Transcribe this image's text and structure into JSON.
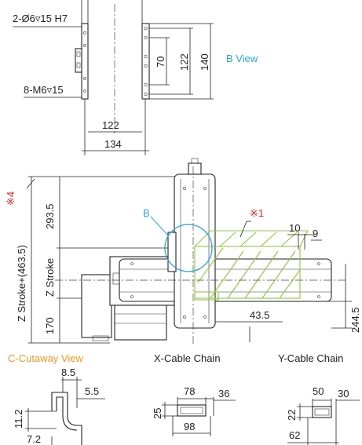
{
  "top_view": {
    "callout_hole_h7": "2-Ø6▿15 H7",
    "callout_m6": "8-M6▿15",
    "dim_122_horizontal": "122",
    "dim_134_horizontal": "134",
    "dim_70": "70",
    "dim_122_vertical": "122",
    "dim_140": "140",
    "b_view_label": "B View"
  },
  "main_view": {
    "note_4": "※4",
    "z_stroke_total": "Z Stroke+(463.5)",
    "dim_293_5": "293.5",
    "z_stroke": "Z Stroke",
    "dim_170": "170",
    "b_marker": "B",
    "note_1": "※1",
    "dim_10": "10",
    "dim_9": "9",
    "dim_43_5": "43.5",
    "dim_244_5": "244.5"
  },
  "sections": {
    "c_cutaway_title": "C-Cutaway View",
    "c_dim_8_5": "8.5",
    "c_dim_5_5": "5.5",
    "c_dim_11_2": "11.2",
    "c_dim_7_2": "7.2",
    "x_chain_title": "X-Cable Chain",
    "x_dim_78": "78",
    "x_dim_36": "36",
    "x_dim_25": "25",
    "x_dim_98": "98",
    "y_chain_title": "Y-Cable Chain",
    "y_dim_50": "50",
    "y_dim_30": "30",
    "y_dim_22": "22",
    "y_dim_62": "62"
  },
  "colors": {
    "accent_blue": "#2aa3d6",
    "accent_orange": "#f0961e",
    "note_red": "#e0262a",
    "hatch_green": "#8cc63f"
  }
}
